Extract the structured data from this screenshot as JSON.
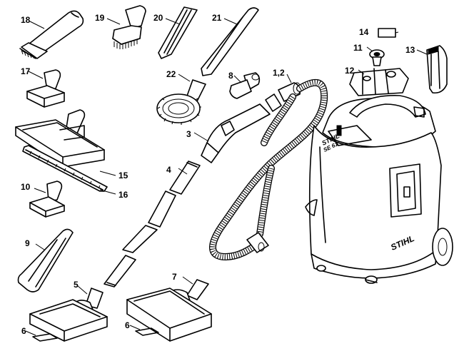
{
  "callouts": [
    {
      "id": "18",
      "text": "18"
    },
    {
      "id": "19",
      "text": "19"
    },
    {
      "id": "20",
      "text": "20"
    },
    {
      "id": "21",
      "text": "21"
    },
    {
      "id": "22",
      "text": "22"
    },
    {
      "id": "17",
      "text": "17"
    },
    {
      "id": "15",
      "text": "15"
    },
    {
      "id": "16",
      "text": "16"
    },
    {
      "id": "10",
      "text": "10"
    },
    {
      "id": "9",
      "text": "9"
    },
    {
      "id": "8",
      "text": "8"
    },
    {
      "id": "3",
      "text": "3"
    },
    {
      "id": "4",
      "text": "4"
    },
    {
      "id": "1_2",
      "text": "1,2"
    },
    {
      "id": "14",
      "text": "14"
    },
    {
      "id": "11",
      "text": "11"
    },
    {
      "id": "12",
      "text": "12"
    },
    {
      "id": "13",
      "text": "13"
    },
    {
      "id": "5",
      "text": "5"
    },
    {
      "id": "7",
      "text": "7"
    },
    {
      "id": "6a",
      "text": "6"
    },
    {
      "id": "6b",
      "text": "6"
    }
  ],
  "branding": {
    "logo": "STIHL",
    "model": "SE 61"
  }
}
